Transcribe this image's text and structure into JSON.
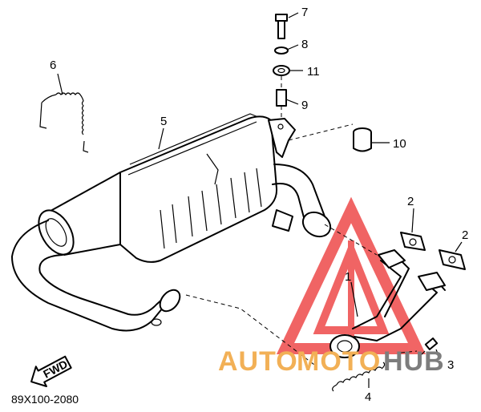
{
  "callouts": {
    "p1": "1",
    "p2a": "2",
    "p2b": "2",
    "p3": "3",
    "p4": "4",
    "p5": "5",
    "p6": "6",
    "p7": "7",
    "p8": "8",
    "p9": "9",
    "p10": "10",
    "p11": "11"
  },
  "direction_label": "FWD",
  "diagram_code": "89X100-2080",
  "watermark": {
    "part1": "AUTO",
    "part2": "MOTO",
    "part3": "HUB",
    "color_orange": "#f2b056",
    "color_gray": "#7d7d7d",
    "color_red": "#ee4a4a"
  }
}
